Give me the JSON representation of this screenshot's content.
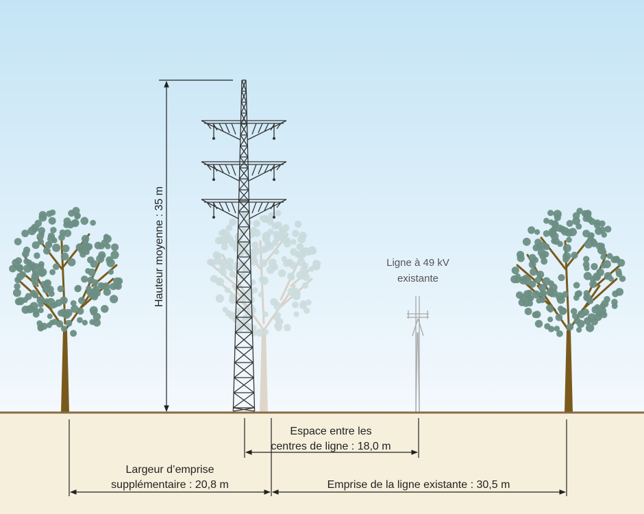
{
  "labels": {
    "height": "Hauteur moyenne : 35 m",
    "existing_line_line1": "Ligne à 49 kV",
    "existing_line_line2": "existante",
    "spacing_line1": "Espace entre les",
    "spacing_line2": "centres de ligne : 18,0 m",
    "extra_row_line1": "Largeur d’emprise",
    "extra_row_line2": "supplémentaire : 20,8 m",
    "existing_row": "Emprise de la ligne existante : 30,5 m"
  },
  "colors": {
    "sky_top": "#c4e4f5",
    "sky_bottom": "#f4f9fd",
    "ground": "#f5efdc",
    "ground_line": "#8a6a43",
    "tower": "#333333",
    "tree_foliage": "#6b8e84",
    "tree_trunk": "#7a5a1c",
    "faded_tree_foliage": "#b9cac6",
    "faded_tree_trunk": "#cdb9a0",
    "existing_pole": "#a8a8a8",
    "dimension_line": "#222222"
  }
}
